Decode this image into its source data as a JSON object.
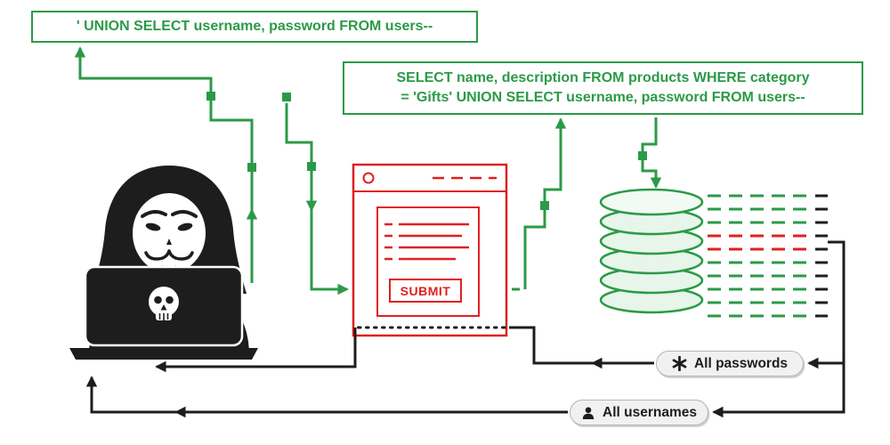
{
  "queries": {
    "payload": "' UNION SELECT username, password FROM users--",
    "server_line1": "SELECT name, description FROM products WHERE category",
    "server_line2": "= 'Gifts' UNION SELECT username, password FROM users--"
  },
  "browser": {
    "submit_label": "SUBMIT"
  },
  "results": {
    "passwords": "All passwords",
    "usernames": "All usernames"
  },
  "colors": {
    "green": "#2b9a47",
    "red": "#e02020",
    "ink": "#1d1d1d",
    "pill_bg": "#f1f1f1"
  }
}
